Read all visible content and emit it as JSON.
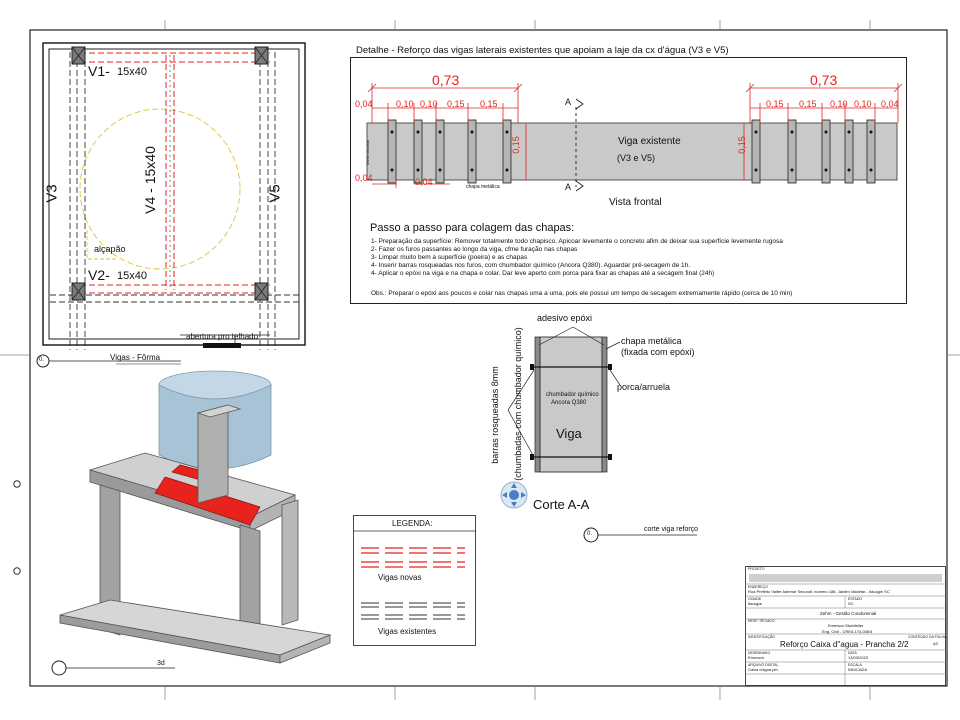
{
  "plan": {
    "beams": {
      "v1": "V1-",
      "v1_size": "15x40",
      "v2": "V2-",
      "v2_size": "15x40",
      "v3": "V3",
      "v4": "V4 - 15x40",
      "v5": "V5"
    },
    "hatch_label": "alçapão",
    "opening_label": "abertura pro telhado",
    "view_title": "Vigas - Fôrma",
    "view_number": "0."
  },
  "detail": {
    "title": "Detalhe - Reforço das vigas laterais existentes que apoiam a laje da cx d'água (V3 e V5)",
    "dim_total_left": "0,73",
    "dim_total_right": "0,73",
    "dims_left": [
      "0,04",
      "0,10",
      "0,10",
      "0,15",
      "0,15"
    ],
    "dims_right": [
      "0,15",
      "0,15",
      "0,10",
      "0,10",
      "0,04"
    ],
    "dim_height": "0,15",
    "dim_height_right": "0,15",
    "dim_bottom_a": "0,04",
    "dim_bottom_b": "0,04",
    "section_marker": "A",
    "beam_label_1": "Viga existente",
    "beam_label_2": "(V3 e V5)",
    "plate_label": "chapa metálica",
    "bar_label_small": "barra roscada",
    "view_caption": "Vista frontal"
  },
  "steps": {
    "title": "Passo a passo para colagem das chapas:",
    "items": [
      "1- Preparação da superfície: Remover totalmente todo chapisco. Apicoar levemente o concreto afim de deixar sua superfície levemente rugosa",
      "2- Fazer os furos passantes ao longo da viga, cfme furação nas chapas",
      "3- Limpar muito bem a superfície (poeira) e as chapas",
      "4- Inserir barras rosqueadas nos furos, com chumbador químico (Ancora Q380). Aguardar pré-secagem de 1h.",
      "4- Aplicar o epóxi na viga e na chapa e colar. Dar leve aperto com porca para fixar as chapas até a secagem final (24h)"
    ],
    "note": "Obs.: Preparar o epóxi aos poucos e colar nas chapas uma a uma, pois ele possui um tempo de secagem extremamente rápido (cerca de 10 min)"
  },
  "section": {
    "adhesive": "adesivo epóxi",
    "plate_1": "chapa metálica",
    "plate_2": "(fixada com epóxi)",
    "nut": "porca/arruela",
    "anchor_1": "chumbador químico",
    "anchor_2": "Ancora Q380",
    "beam": "Viga",
    "bars_1": "barras rosqueadas 8mm",
    "bars_2": "(chumbadas com chumbador químico)",
    "title": "Corte A-A",
    "ref_label": "corte viga reforço",
    "ref_number": "0."
  },
  "view3d": {
    "label": "3d",
    "number": ""
  },
  "legend": {
    "title": "LEGENDA:",
    "new": "Vigas novas",
    "existing": "Vigas existentes"
  },
  "titleblock": {
    "project_label": "PROJETO",
    "address_label": "ENDEREÇO",
    "address": "Rua Prefeito Valter Ademar Secundi, número 186, Jardim Valdetar - Itaucjpe SC",
    "city_label": "CIDADE",
    "city": "Itaucjpe",
    "state_label": "ESTADO",
    "state": "SC",
    "company": "Zehm - Gestão Condominial",
    "resp_label": "RESP. TÉCNICO",
    "engineer": "Emerson Sturbfeller",
    "crea": "Eng. Civil - CREA 174-036/4",
    "sheet_label": "CONTEÚDO DA FOLHA",
    "content_label": "IDENTIFICAÇÃO",
    "content": "Reforço Caixa d''agua - Prancha 2/2",
    "format": "A3",
    "drawn_label": "DESENHADO",
    "drawn": "Emerson",
    "date_label": "DATA",
    "date": "13/03/2023",
    "file_label": "ARQUIVO DIGITAL",
    "file": "Caixa d'água.pln",
    "scale_label": "ESCALA",
    "scale": "INDICADA"
  },
  "colors": {
    "new_beam": "#e8221c",
    "dimension": "#e8221c",
    "beam_fill": "#c9c9c9",
    "tank": "#a9c3d6"
  }
}
